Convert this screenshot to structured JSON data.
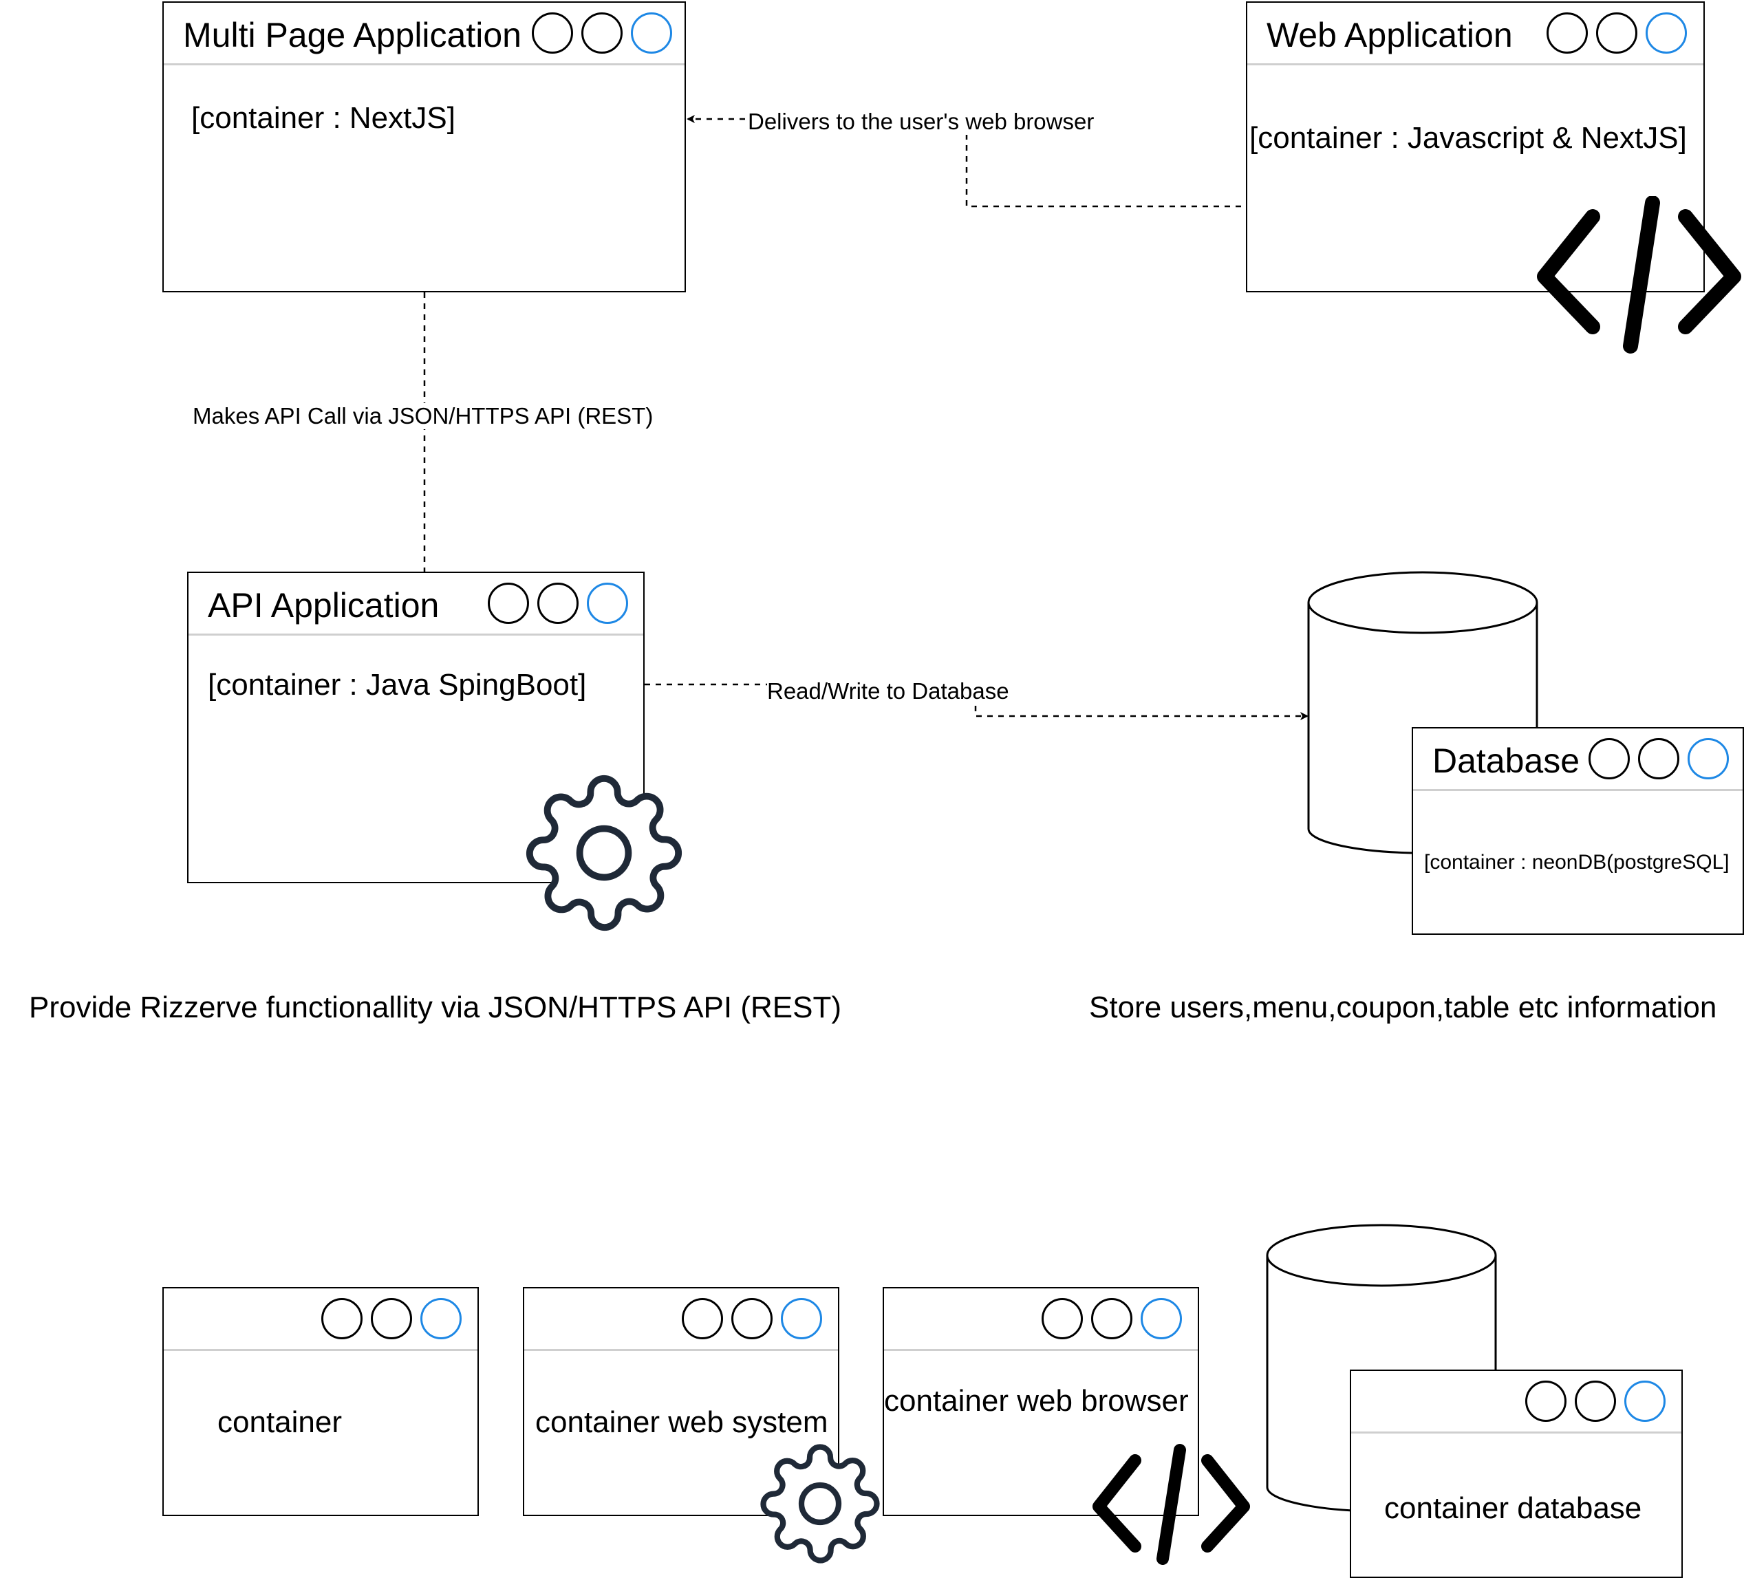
{
  "containers": {
    "multi_page": {
      "title": "Multi Page Application",
      "tech": "[container : NextJS]"
    },
    "web_app": {
      "title": "Web Application",
      "tech": "[container : Javascript & NextJS]"
    },
    "api_app": {
      "title": "API Application",
      "tech": "[container : Java SpingBoot]"
    },
    "database": {
      "title": "Database",
      "tech": "[container : neonDB(postgreSQL]"
    }
  },
  "connections": {
    "delivers": "Delivers to the user's web browser",
    "api_call": "Makes API Call via JSON/HTTPS API (REST)",
    "read_write": "Read/Write to Database"
  },
  "captions": {
    "api": "Provide Rizzerve functionallity via JSON/HTTPS API (REST)",
    "db": "Store users,menu,coupon,table etc information"
  },
  "legend": {
    "container": "container",
    "web_system": "container web system",
    "web_browser": "container web browser",
    "database": "container database"
  },
  "colors": {
    "accent": "#1e88e5",
    "gear": "#1f2937",
    "stroke": "#000000"
  },
  "icons": [
    "gear-icon",
    "code-icon",
    "database-cylinder-icon",
    "window-circle-icon"
  ]
}
